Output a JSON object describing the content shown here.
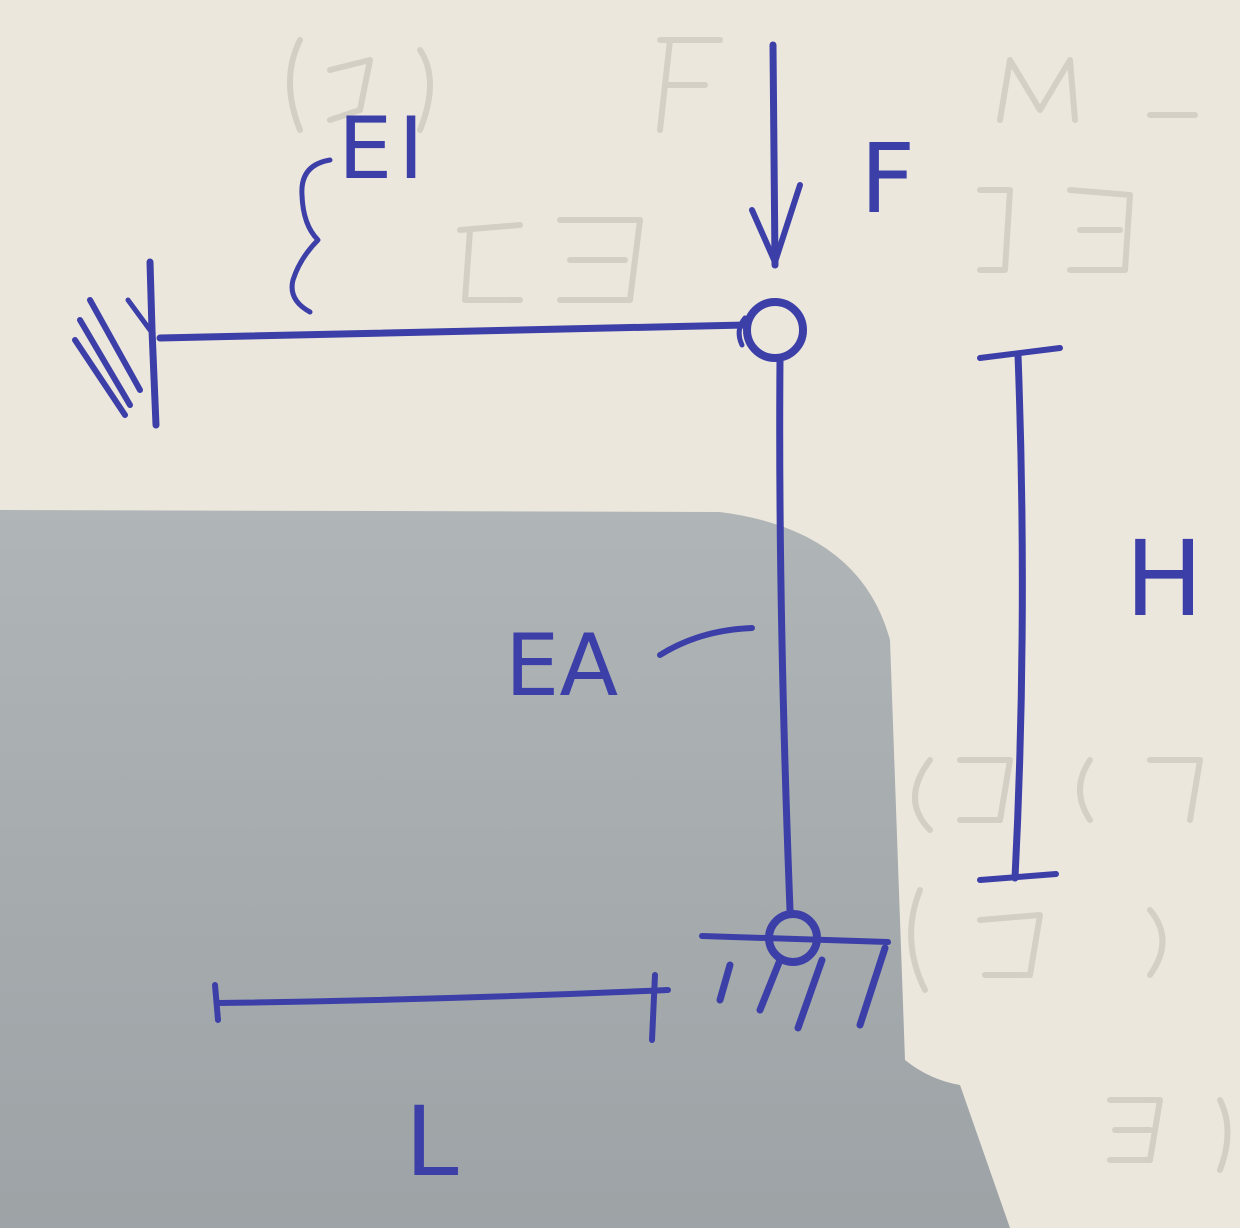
{
  "colors": {
    "paper": "#ece7dd",
    "shadow": "#9ea6ab",
    "ink": "#3d3fa8",
    "ghost": "#c9c4bb"
  },
  "labels": {
    "beam_stiffness": "EI",
    "load": "F",
    "height": "H",
    "bar_stiffness": "EA",
    "length": "L"
  },
  "icons": {
    "fixed_support": "fixed-wall-support-icon",
    "hinge_top": "hinge-icon",
    "hinge_bottom": "pinned-support-icon",
    "load_arrow": "down-arrow-icon"
  }
}
